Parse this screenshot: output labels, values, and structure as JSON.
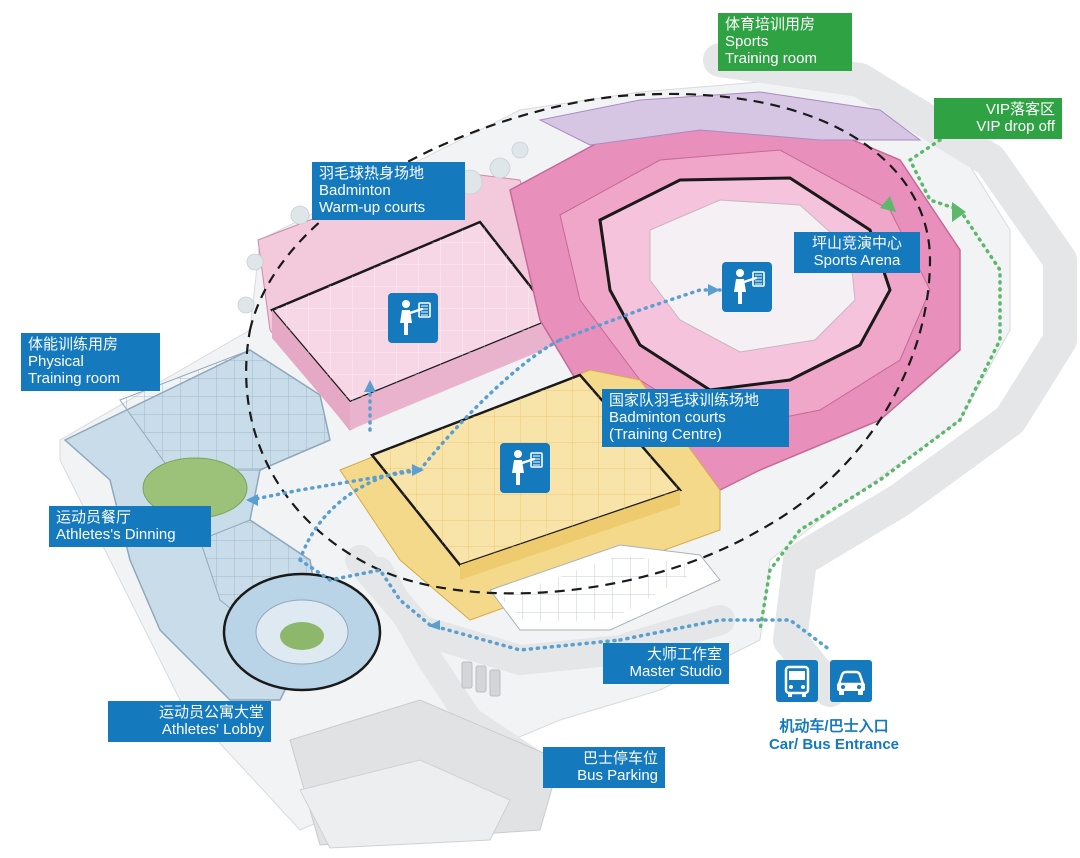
{
  "labels": {
    "sports_training_room": {
      "zh": "体育培训用房",
      "en1": "Sports",
      "en2": "Training room"
    },
    "vip_drop_off": {
      "zh": "VIP落客区",
      "en": "VIP drop off"
    },
    "warmup_courts": {
      "zh": "羽毛球热身场地",
      "en1": "Badminton",
      "en2": "Warm-up courts"
    },
    "sports_arena": {
      "zh": "坪山竞演中心",
      "en": "Sports Arena"
    },
    "physical_training_room": {
      "zh": "体能训练用房",
      "en1": "Physical",
      "en2": "Training room"
    },
    "badminton_courts": {
      "zh": "国家队羽毛球训练场地",
      "en1": "Badminton courts",
      "en2": "(Training Centre)"
    },
    "athletes_dinning": {
      "zh": "运动员餐厅",
      "en": "Athletes's Dinning"
    },
    "master_studio": {
      "zh": "大师工作室",
      "en": "Master Studio"
    },
    "athletes_lobby": {
      "zh": "运动员公寓大堂",
      "en": "Athletes' Lobby"
    },
    "bus_parking": {
      "zh": "巴士停车位",
      "en": "Bus Parking"
    },
    "entrance": {
      "zh": "机动车/巴士入口",
      "en": "Car/ Bus Entrance"
    }
  },
  "icons": {
    "badminton": "badminton-player-icon",
    "bus": "bus-icon",
    "car": "car-icon"
  },
  "colors": {
    "label_blue": "#1479bd",
    "label_green": "#2fa343",
    "arena_pink": "#e98fbb",
    "warmup_pink": "#f3c9dc",
    "training_yellow": "#f5d98a",
    "dorm_blue": "#c9dcea",
    "path_blue": "#5a9fd0",
    "path_green": "#5cb86a"
  }
}
